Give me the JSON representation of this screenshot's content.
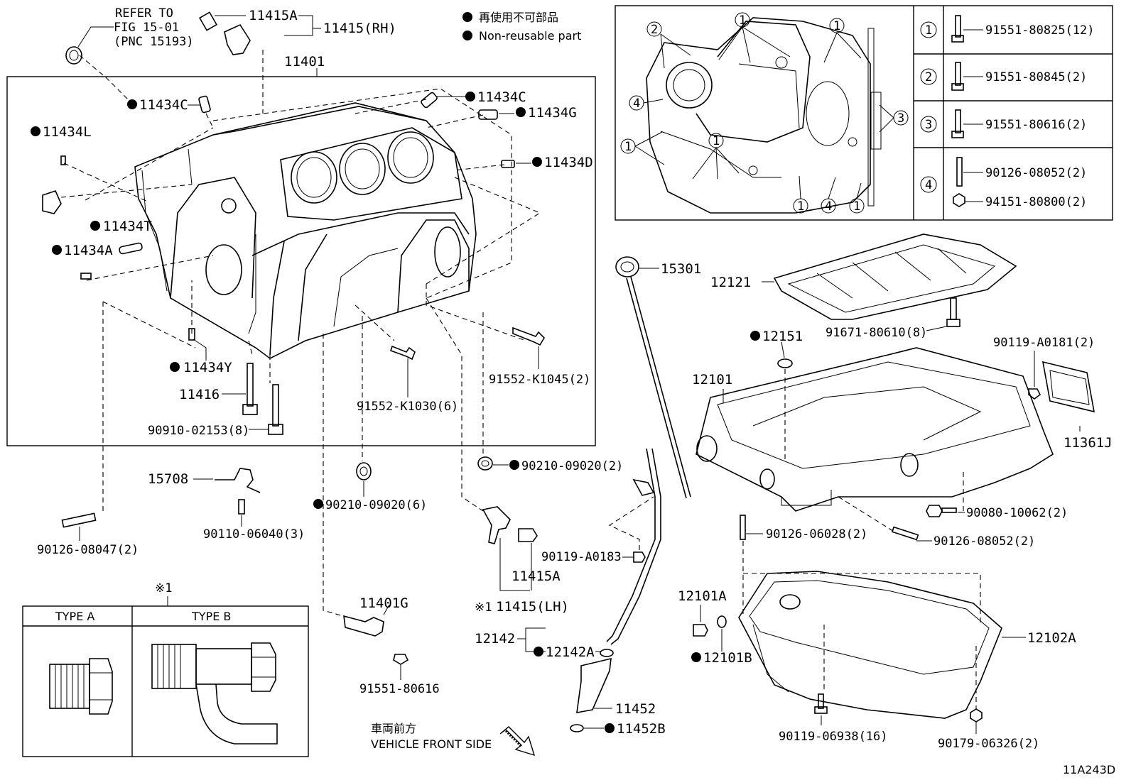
{
  "legend": {
    "line1": "再使用不可部品",
    "line2": "Non-reusable part"
  },
  "refer": {
    "line1": "REFER TO",
    "line2": "FIG 15-01",
    "line3": "(PNC 15193)"
  },
  "parts": {
    "p11415A_top": "11415A",
    "p11415RH": "11415(RH)",
    "p11401": "11401",
    "p11434C_l": "11434C",
    "p11434C_r": "11434C",
    "p11434G": "11434G",
    "p11434L": "11434L",
    "p11434D": "11434D",
    "p11434T": "11434T",
    "p11434A": "11434A",
    "p11434Y": "11434Y",
    "p11416": "11416",
    "p90910": "90910-02153(8)",
    "p91552_1030": "91552-K1030(6)",
    "p91552_1045": "91552-K1045(2)",
    "p15708": "15708",
    "p90110": "90110-06040(3)",
    "p90126_047": "90126-08047(2)",
    "p90210_6": "90210-09020(6)",
    "p90210_2": "90210-09020(2)",
    "p90119_A0183": "90119-A0183",
    "p11415A_bot": "11415A",
    "p11415LH_mark": "※1",
    "p11415LH": "11415(LH)",
    "p11401G": "11401G",
    "p91551_80616": "91551-80616",
    "p12142": "12142",
    "p12142A": "12142A",
    "p11452": "11452",
    "p11452B": "11452B",
    "p15301": "15301",
    "p12121": "12121",
    "p91671": "91671-80610(8)",
    "p12151": "12151",
    "p12101": "12101",
    "p90119_A0181": "90119-A0181(2)",
    "p11361J": "11361J",
    "p90080": "90080-10062(2)",
    "p90126_06028": "90126-06028(2)",
    "p90126_08052b": "90126-08052(2)",
    "p12101A": "12101A",
    "p12101B": "12101B",
    "p12102A": "12102A",
    "p90119_06938": "90119-06938(16)",
    "p90179": "90179-06326(2)"
  },
  "bolt_table": [
    {
      "num": "1",
      "part": "91551-80825(12)"
    },
    {
      "num": "2",
      "part": "91551-80845(2)"
    },
    {
      "num": "3",
      "part": "91551-80616(2)"
    },
    {
      "num": "4",
      "part": "90126-08052(2)",
      "part2": "94151-80800(2)"
    }
  ],
  "inset_callouts": [
    "1",
    "2",
    "3",
    "4"
  ],
  "type_box": {
    "mark": "※1",
    "type_a": "TYPE A",
    "type_b": "TYPE B"
  },
  "front": {
    "jp": "車両前方",
    "en": "VEHICLE FRONT SIDE"
  },
  "figure_code": "11A243D"
}
